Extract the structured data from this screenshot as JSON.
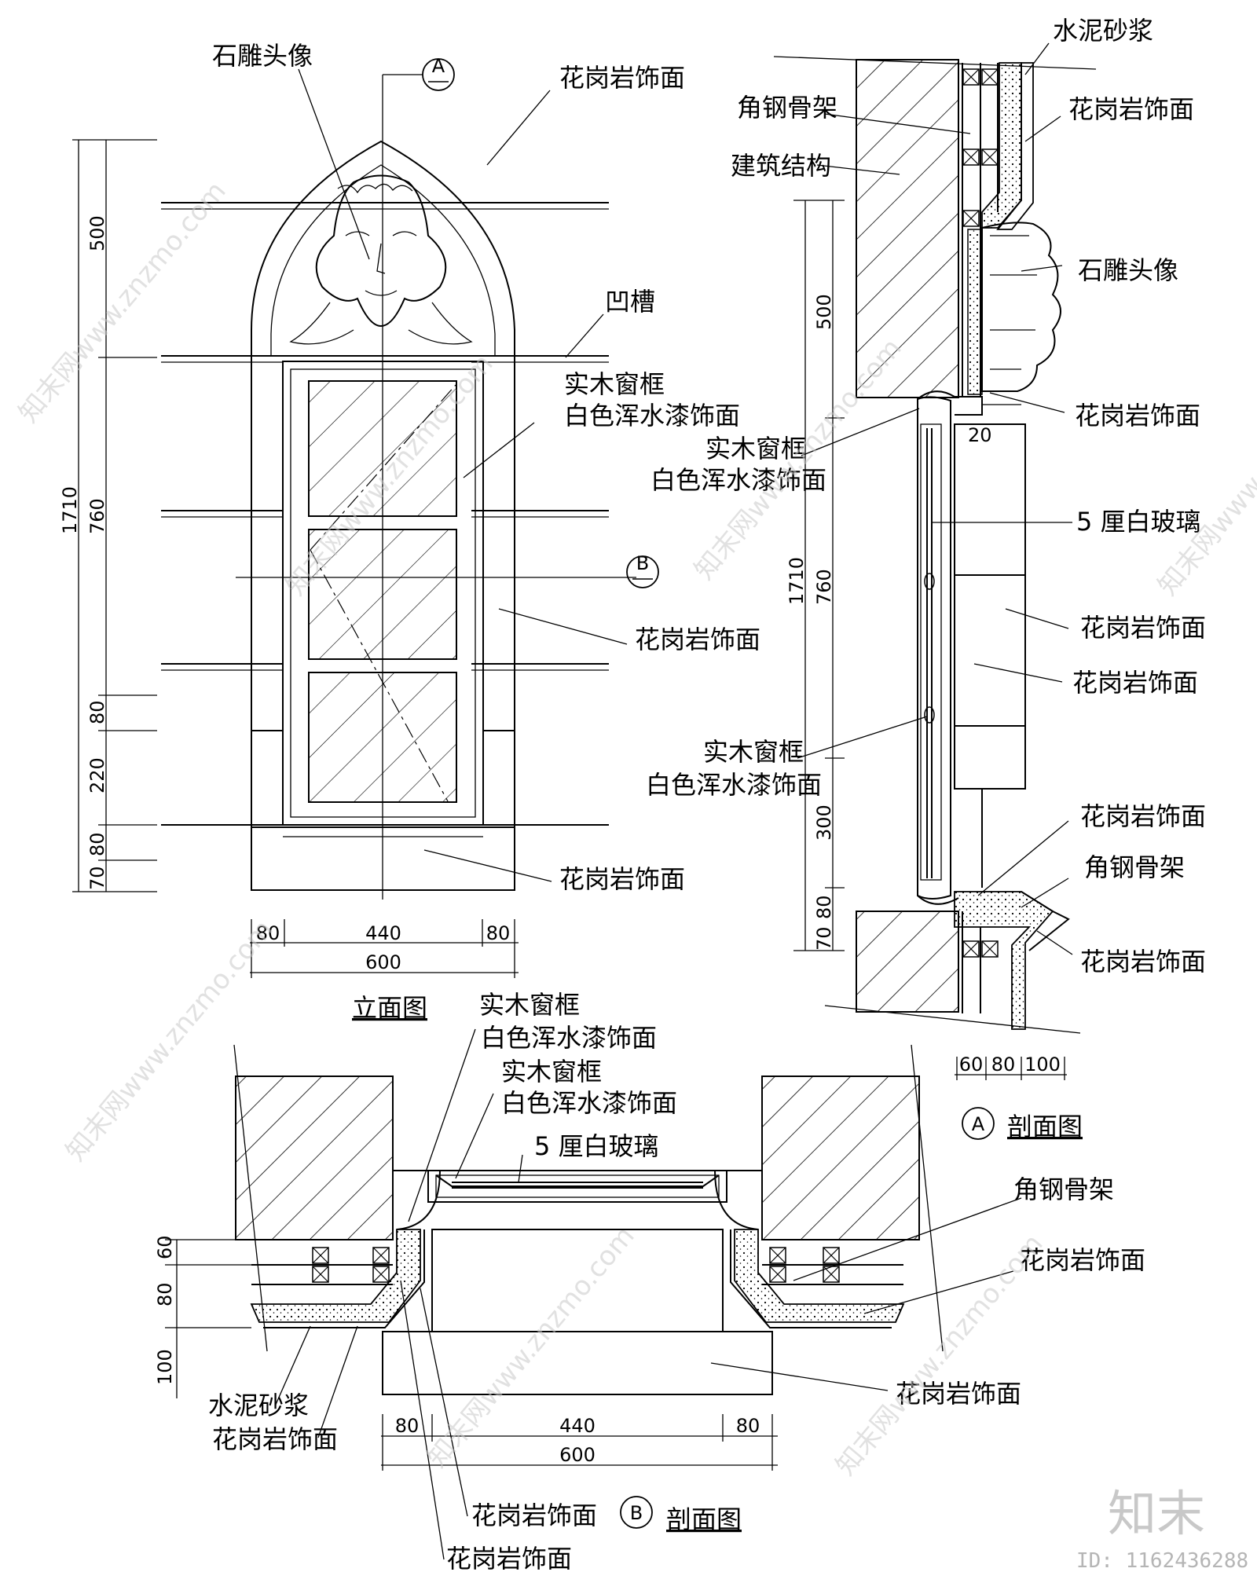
{
  "elevation": {
    "title": "立面图",
    "labels": {
      "stone_head": "石雕头像",
      "granite_top": "花岗岩饰面",
      "groove": "凹槽",
      "frame_1": "实木窗框",
      "frame_2": "白色浑水漆饰面",
      "granite_side": "花岗岩饰面",
      "granite_base": "花岗岩饰面"
    },
    "section_marks": {
      "a": "A",
      "b": "B"
    },
    "dims_vertical": [
      "500",
      "760",
      "1710",
      "80",
      "220",
      "70",
      "80"
    ],
    "dims_horizontal": [
      "80",
      "440",
      "80",
      "600"
    ]
  },
  "section_a": {
    "title": "剖面图",
    "mark": "A",
    "labels": {
      "mortar": "水泥砂浆",
      "angle_steel": "角钢骨架",
      "granite_1": "花岗岩饰面",
      "structure": "建筑结构",
      "stone_head": "石雕头像",
      "granite_2": "花岗岩饰面",
      "frame_1": "实木窗框",
      "frame_2": "白色浑水漆饰面",
      "glass": "5 厘白玻璃",
      "granite_3": "花岗岩饰面",
      "granite_4": "花岗岩饰面",
      "frame_b1": "实木窗框",
      "frame_b2": "白色浑水漆饰面",
      "granite_5": "花岗岩饰面",
      "angle_steel_2": "角钢骨架",
      "granite_6": "花岗岩饰面"
    },
    "dims_vertical": [
      "500",
      "1710",
      "760",
      "300",
      "70",
      "80"
    ],
    "dim_20": "20",
    "dims_horizontal": [
      "60",
      "80",
      "100"
    ]
  },
  "section_b": {
    "title": "剖面图",
    "mark": "B",
    "labels": {
      "frame_1": "实木窗框",
      "frame_2": "白色浑水漆饰面",
      "frame_3": "实木窗框",
      "frame_4": "白色浑水漆饰面",
      "glass": "5 厘白玻璃",
      "angle_steel": "角钢骨架",
      "granite_r": "花岗岩饰面",
      "granite_base": "花岗岩饰面",
      "mortar": "水泥砂浆",
      "granite_l": "花岗岩饰面",
      "granite_b1": "花岗岩饰面",
      "granite_b2": "花岗岩饰面"
    },
    "dims_vertical": [
      "60",
      "80",
      "100"
    ],
    "dims_horizontal": [
      "80",
      "440",
      "80",
      "600"
    ]
  },
  "watermark": {
    "site": "知末网www.znzmo.com",
    "brand": "知末",
    "id": "ID: 1162436288"
  }
}
